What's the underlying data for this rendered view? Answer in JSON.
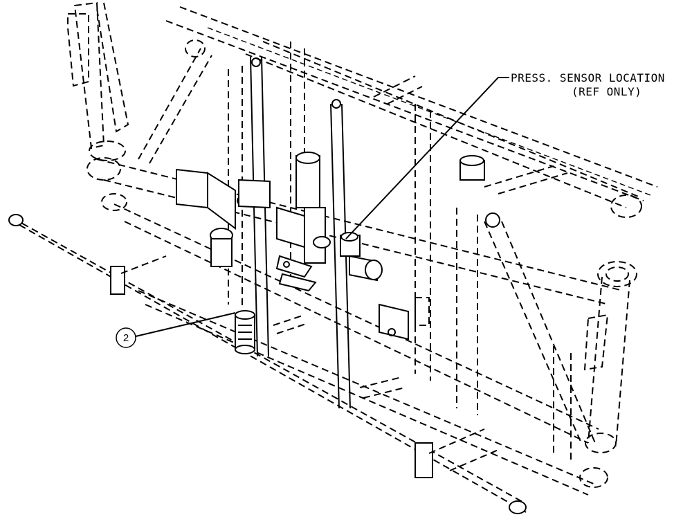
{
  "callouts": {
    "press_sensor_line1": "PRESS. SENSOR LOCATION",
    "press_sensor_line2": "(REF ONLY)"
  },
  "balloons": {
    "item_number": "2"
  }
}
